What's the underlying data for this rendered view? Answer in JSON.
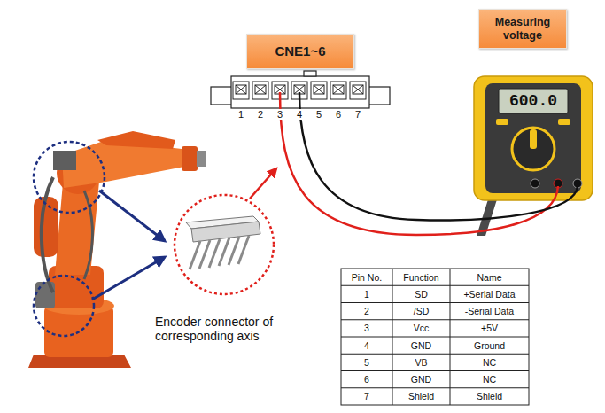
{
  "diagram": {
    "nodes": [
      {
        "text": [
          "CNE1~6"
        ]
      },
      {
        "text": [
          "Measuring voltage"
        ]
      }
    ],
    "labels": [
      "1",
      "2",
      "3",
      "4",
      "5",
      "6",
      "7",
      "Encoder connector of corresponding axis",
      "600.0",
      "Pin No.",
      "Function",
      "Name",
      "1",
      "SD",
      "+Serial Data",
      "2",
      "/SD",
      "-Serial Data",
      "3",
      "Vcc",
      "+5V",
      "4",
      "GND",
      "Ground",
      "5",
      "VB",
      "NC",
      "6",
      "GND",
      "NC",
      "7",
      "Shield",
      "Shield"
    ]
  }
}
